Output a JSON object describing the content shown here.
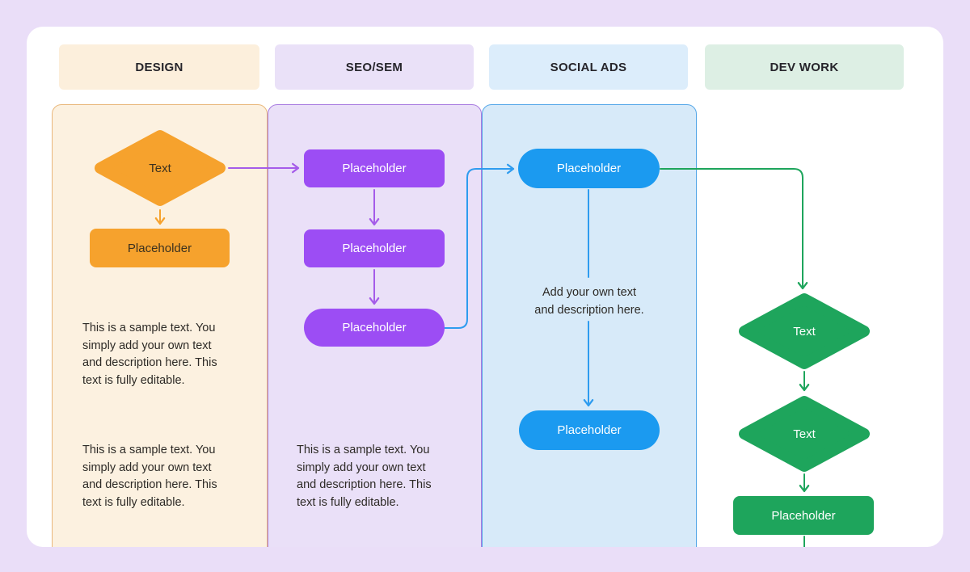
{
  "columns": [
    {
      "key": "design",
      "label": "DESIGN",
      "header_bg": "#FCEFDC",
      "lane_bg": "#FCF1E0",
      "lane_border": "#E9B77B",
      "accent": "#F6A22D"
    },
    {
      "key": "seo",
      "label": "SEO/SEM",
      "header_bg": "#EAE1F8",
      "lane_bg": "#EAE0F8",
      "lane_border": "#A87BE0",
      "accent": "#9C4DF4"
    },
    {
      "key": "social",
      "label": "SOCIAL ADS",
      "header_bg": "#DCEDFB",
      "lane_bg": "#D7EAF9",
      "lane_border": "#55A7E8",
      "accent": "#1B9AF0"
    },
    {
      "key": "dev",
      "label": "DEV WORK",
      "header_bg": "#DDEFE4",
      "lane_bg": "",
      "lane_border": "",
      "accent": "#1EA55C"
    }
  ],
  "design": {
    "diamond_label": "Text",
    "box_label": "Placeholder",
    "paragraph1": [
      "This is a sample text. You",
      "simply add your own text",
      "and description here. This",
      "text is fully editable."
    ],
    "paragraph2": [
      "This is a sample text. You",
      "simply add your own text",
      "and description here. This",
      "text is fully editable."
    ]
  },
  "seo": {
    "box1_label": "Placeholder",
    "box2_label": "Placeholder",
    "box3_label": "Placeholder",
    "paragraph": [
      "This is a sample text. You",
      "simply add your own text",
      "and description here. This",
      "text is fully editable."
    ]
  },
  "social": {
    "pill1_label": "Placeholder",
    "pill2_label": "Placeholder",
    "note": [
      "Add your own text",
      "and description here."
    ]
  },
  "dev": {
    "diamond1_label": "Text",
    "diamond2_label": "Text",
    "box_label": "Placeholder"
  }
}
